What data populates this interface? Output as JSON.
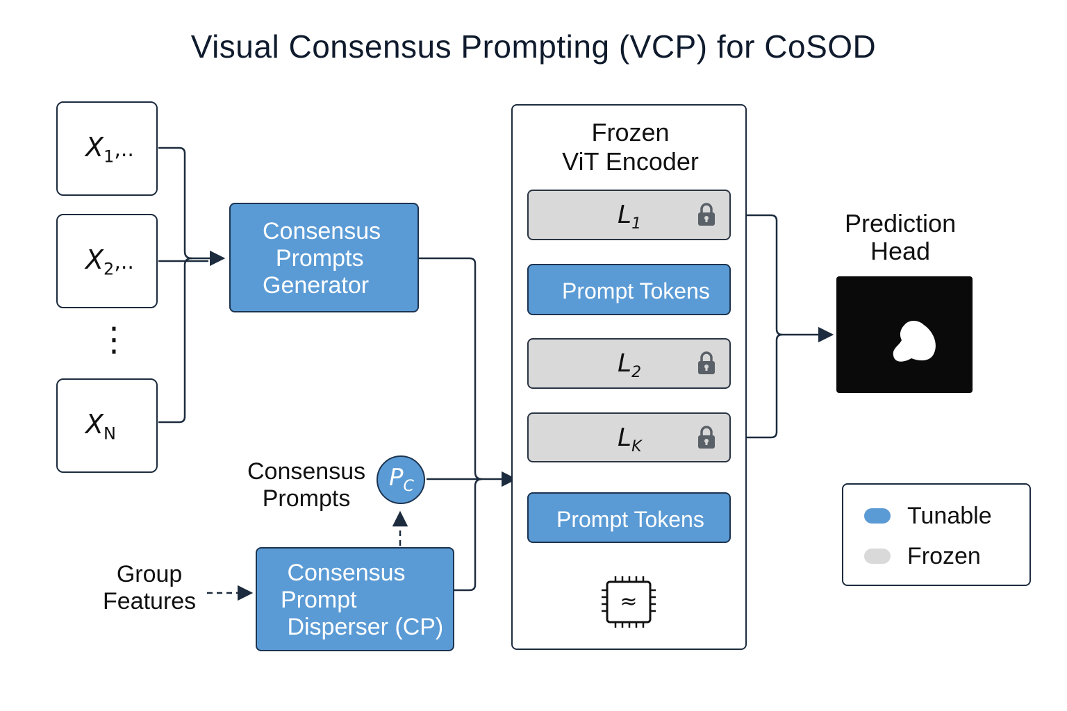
{
  "title": "Visual Consensus Prompting (VCP) for CoSOD",
  "inputs": [
    {
      "symbol": "X",
      "subscript": "1",
      "suffix": ",.."
    },
    {
      "symbol": "X",
      "subscript": "2",
      "suffix": ",.."
    },
    {
      "symbol": "X",
      "subscript": "N",
      "suffix": ""
    }
  ],
  "ellipsis": "⋮",
  "generator": {
    "label": "Consensus\n  Prompts\nGenerator"
  },
  "disperser": {
    "label": " Consensus\nPrompt\n Disperser (CP)"
  },
  "consensus_prompts_label": "Consensus\nPrompts",
  "pc": {
    "symbol": "P",
    "subscript": "C"
  },
  "group_features_label": "Group\nFeatures",
  "encoder": {
    "title": "Frozen\nViT Encoder",
    "layers": [
      {
        "symbol": "L",
        "subscript": "1"
      },
      {
        "symbol": "L",
        "subscript": "2"
      },
      {
        "symbol": "L",
        "subscript": "K"
      }
    ],
    "prompt_tokens_1": "Prompt Tokens",
    "prompt_tokens_2": "Prompt Tokens",
    "chip_glyph": "≈"
  },
  "prediction_head": {
    "label": "Prediction\nHead"
  },
  "legend": {
    "items": [
      {
        "label": "Tunable",
        "color": "#5b9bd5"
      },
      {
        "label": "Frozen",
        "color": "#d9d9d9"
      }
    ]
  },
  "colors": {
    "tunable": "#5b9bd5",
    "frozen": "#d9d9d9",
    "line": "#1c2b3d"
  },
  "icons": {
    "lock": "lock-icon",
    "chip": "chip-icon"
  }
}
